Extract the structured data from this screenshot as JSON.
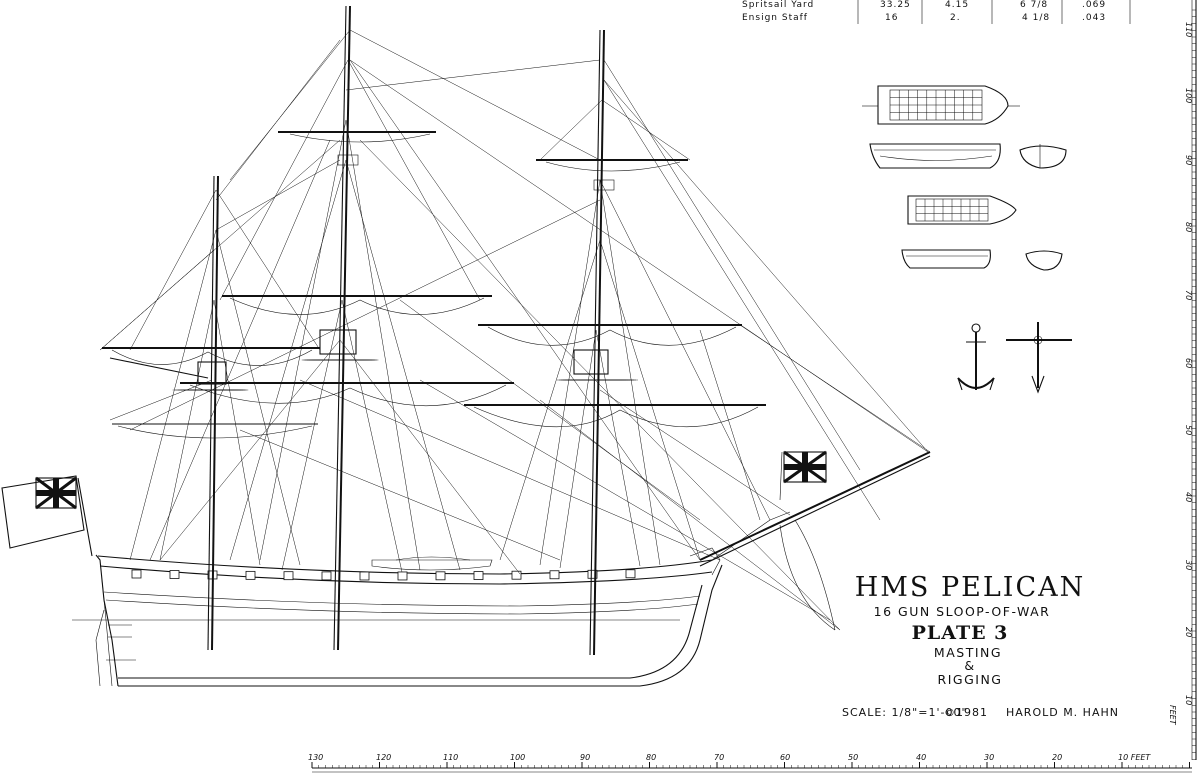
{
  "table": {
    "rows": [
      {
        "name": "Spritsail Yard",
        "c1": "33.25",
        "c2": "4.15",
        "c3": "6 7/8",
        "c4": ".069"
      },
      {
        "name": "Ensign Staff",
        "c1": "16",
        "c2": "2.",
        "c3": "4 1/8",
        "c4": ".043"
      }
    ]
  },
  "title": {
    "ship": "HMS PELICAN",
    "type": "16 GUN SLOOP-OF-WAR",
    "plate": "PLATE 3",
    "line1": "MASTING",
    "amp": "&",
    "line2": "RIGGING"
  },
  "credits": {
    "scale": "SCALE: 1/8\"=1'-00\"",
    "copyright": "©1981",
    "author": "HAROLD M. HAHN"
  },
  "bottom_scale": {
    "labels": [
      "130",
      "120",
      "110",
      "100",
      "90",
      "80",
      "70",
      "60",
      "50",
      "40",
      "30",
      "20",
      "10 FEET"
    ]
  },
  "side_scale": {
    "labels": [
      "110",
      "100",
      "90",
      "80",
      "70",
      "60",
      "50",
      "40",
      "30",
      "20",
      "10"
    ],
    "unit": "FEET"
  }
}
